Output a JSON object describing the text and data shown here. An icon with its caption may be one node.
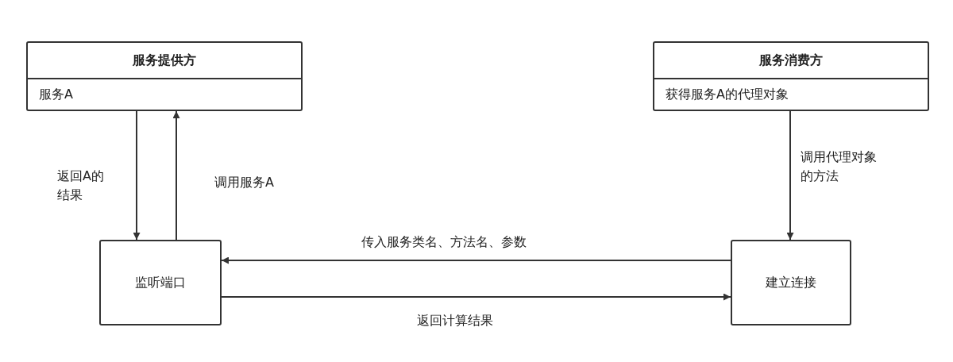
{
  "diagram": {
    "nodes": [
      {
        "text": [
          "服务提供方",
          "服务A"
        ]
      },
      {
        "text": [
          "服务消费方",
          "获得服务A的代理对象"
        ]
      },
      {
        "text": [
          "监听端口"
        ]
      },
      {
        "text": [
          "建立连接"
        ]
      }
    ],
    "edges": [
      {
        "from": 0,
        "to": 2,
        "arrow": "to",
        "label": "返回A的结果"
      },
      {
        "from": 2,
        "to": 0,
        "arrow": "to",
        "label": "调用服务A"
      },
      {
        "from": 1,
        "to": 3,
        "arrow": "to",
        "label": "调用代理对象的方法"
      },
      {
        "from": 3,
        "to": 2,
        "arrow": "to",
        "label": "传入服务类名、方法名、参数"
      },
      {
        "from": 2,
        "to": 3,
        "arrow": "to",
        "label": "返回计算结果"
      }
    ]
  }
}
